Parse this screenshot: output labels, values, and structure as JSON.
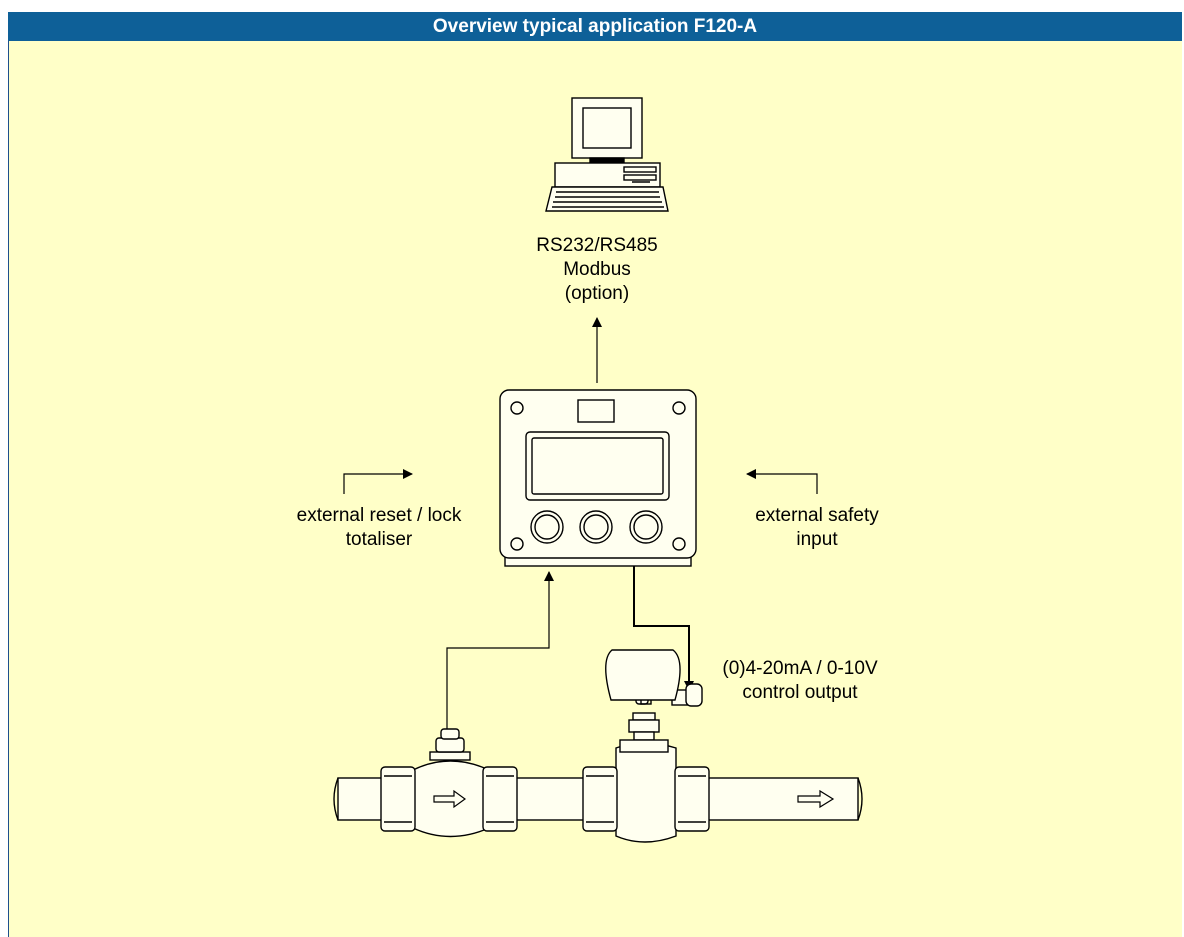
{
  "header": {
    "title": "Overview typical application F120-A"
  },
  "labels": {
    "computer_line1": "RS232/RS485",
    "computer_line2": "Modbus",
    "computer_line3": "(option)",
    "reset_line1": "external reset / lock",
    "reset_line2": "totaliser",
    "safety_line1": "external safety",
    "safety_line2": "input",
    "output_line1": "(0)4-20mA / 0-10V",
    "output_line2": "control output"
  },
  "colors": {
    "title_bar": "#0e6098",
    "background": "#ffffc8",
    "line": "#000000"
  }
}
